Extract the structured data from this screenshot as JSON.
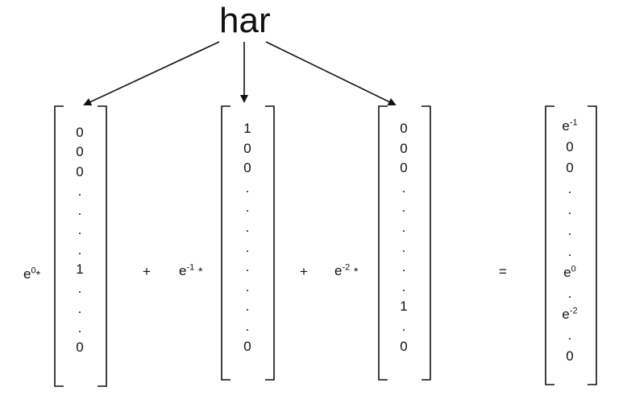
{
  "title": "har",
  "exp_base": "e",
  "star": "*",
  "vectors": [
    {
      "exp": "0",
      "entries": [
        "0",
        "0",
        "0",
        ".",
        ".",
        ".",
        ".",
        "1",
        ".",
        ".",
        ".",
        "0"
      ]
    },
    {
      "exp": "-1",
      "entries": [
        "1",
        "0",
        "0",
        ".",
        ".",
        ".",
        ".",
        ".",
        ".",
        ".",
        ".",
        "0"
      ]
    },
    {
      "exp": "-2",
      "entries": [
        "0",
        "0",
        "0",
        ".",
        ".",
        ".",
        ".",
        ".",
        ".",
        "1",
        ".",
        "0"
      ]
    }
  ],
  "result": {
    "entries": [
      {
        "base": "e",
        "exp": "-1"
      },
      {
        "base": "0",
        "exp": ""
      },
      {
        "base": "0",
        "exp": ""
      },
      {
        "base": ".",
        "exp": ""
      },
      {
        "base": ".",
        "exp": ""
      },
      {
        "base": ".",
        "exp": ""
      },
      {
        "base": ".",
        "exp": ""
      },
      {
        "base": "e",
        "exp": "0"
      },
      {
        "base": ".",
        "exp": ""
      },
      {
        "base": "e",
        "exp": "-2"
      },
      {
        "base": ".",
        "exp": ""
      },
      {
        "base": "0",
        "exp": ""
      }
    ]
  },
  "operators": {
    "plus": "+",
    "equals": "="
  }
}
